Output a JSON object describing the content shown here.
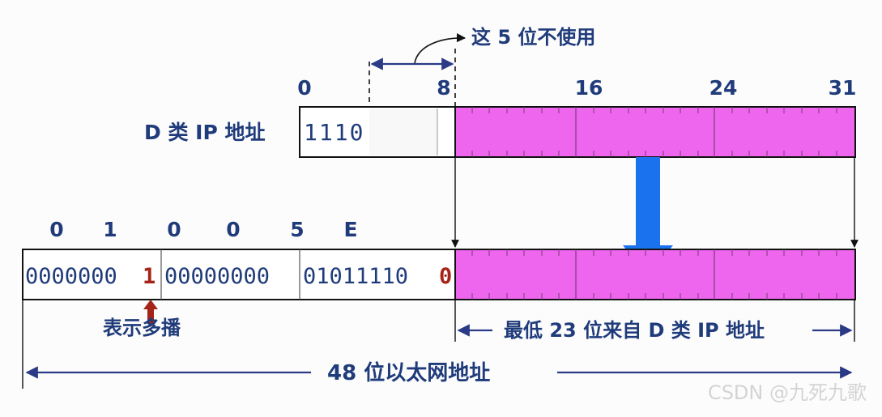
{
  "note_unused_bits": "这 5 位不使用",
  "d_class_label": "D 类 IP 地址",
  "ip_bit_positions": [
    "0",
    "8",
    "16",
    "24",
    "31"
  ],
  "ip_prefix_bits": "1110",
  "mac_hex_digits": [
    "0",
    "1",
    "0",
    "0",
    "5",
    "E"
  ],
  "mac_byte1_prefix": "0000000",
  "mac_multicast_bit": "1",
  "mac_byte2": "00000000",
  "mac_byte3_bits": "01011110",
  "mac_fixed_zero": "0",
  "multicast_label": "表示多播",
  "lowest23_label": "最低 23 位来自 D 类 IP 地址",
  "ethernet48_label": "48 位以太网地址",
  "watermark": "CSDN @九死九歌",
  "colors": {
    "text_blue": "#1f3b7a",
    "magenta_fill": "#ee66ee",
    "arrow_blue": "#1a72ee",
    "highlight_red": "#a52418",
    "mark_color": "#2b3a86"
  }
}
